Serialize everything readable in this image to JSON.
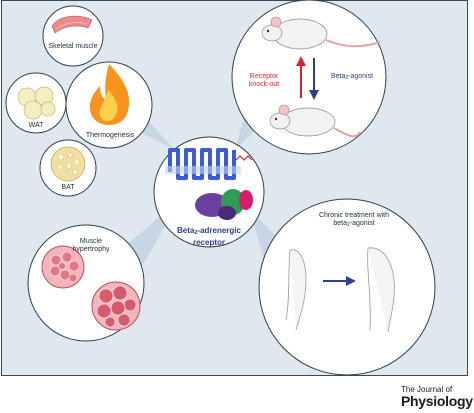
{
  "diagram": {
    "center": {
      "label_main": "Beta",
      "label_sub": "2",
      "label_rest": "-adrenergic receptor"
    },
    "nodes": {
      "skeletal_muscle": "Skeletal muscle",
      "wat": "WAT",
      "thermogenesis": "Thermogenesis",
      "bat": "BAT",
      "muscle_hypertrophy": "Muscle hypertrophy",
      "receptor_knockout": "Receptor knock-out",
      "agonist_main": "Beta",
      "agonist_sub": "2",
      "agonist_rest": "-agonist",
      "chronic_treatment": "Chronic treatment with",
      "chronic_beta": "beta",
      "chronic_sub": "2",
      "chronic_rest": "-agonist"
    },
    "colors": {
      "background": "#dfe8ef",
      "receptor_blue": "#3d5bd6",
      "red_arrow": "#d9262b",
      "blue_arrow": "#2d3f94"
    }
  },
  "journal": {
    "line1": "The Journal of",
    "line2": "Physiology"
  }
}
